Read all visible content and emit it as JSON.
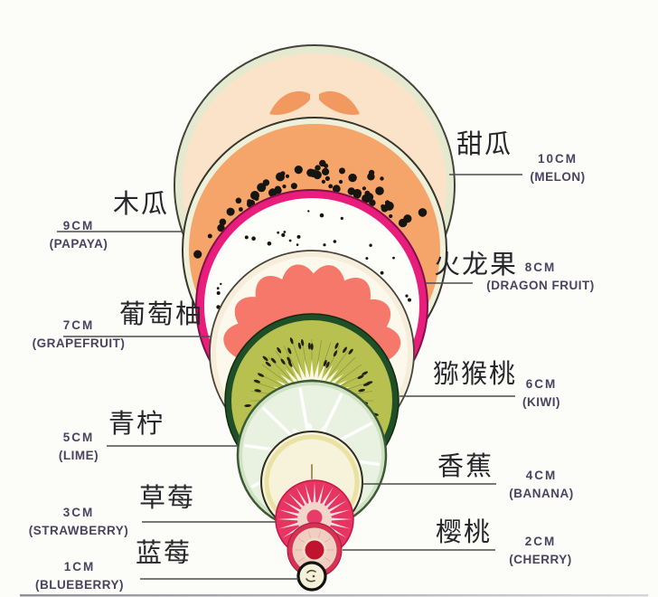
{
  "fruits": [
    {
      "id": "melon",
      "cn": "甜瓜",
      "size": "10CM",
      "en": "(MELON)"
    },
    {
      "id": "papaya",
      "cn": "木瓜",
      "size": "9CM",
      "en": "(PAPAYA)"
    },
    {
      "id": "dragon-fruit",
      "cn": "火龙果",
      "size": "8CM",
      "en": "(DRAGON FRUIT)"
    },
    {
      "id": "grapefruit",
      "cn": "葡萄柚",
      "size": "7CM",
      "en": "(GRAPEFRUIT)"
    },
    {
      "id": "kiwi",
      "cn": "猕猴桃",
      "size": "6CM",
      "en": "(KIWI)"
    },
    {
      "id": "lime",
      "cn": "青柠",
      "size": "5CM",
      "en": "(LIME)"
    },
    {
      "id": "banana",
      "cn": "香蕉",
      "size": "4CM",
      "en": "(BANANA)"
    },
    {
      "id": "strawberry",
      "cn": "草莓",
      "size": "3CM",
      "en": "(STRAWBERRY)"
    },
    {
      "id": "cherry",
      "cn": "樱桃",
      "size": "2CM",
      "en": "(CHERRY)"
    },
    {
      "id": "blueberry",
      "cn": "蓝莓",
      "size": "1CM",
      "en": "(BLUEBERRY)"
    }
  ],
  "colors": {
    "background": "#fcfcf9",
    "melon_flesh": "#fbe3ca",
    "melon_rind": "#e4e9cf",
    "papaya_flesh": "#f5a46a",
    "dragon_rim": "#e81d7c",
    "dragon_flesh": "#fdfdfa",
    "grapefruit_segment": "#f5786a",
    "grapefruit_rind": "#f6eeda",
    "kiwi_rim": "#1f4f26",
    "kiwi_flesh": "#b8c050",
    "lime_flesh": "#e9f2e0",
    "banana_flesh": "#f7f2da",
    "strawberry": "#e73561",
    "cherry_ring": "#d63254",
    "cherry_center": "#c01330",
    "blueberry_outline": "#141210",
    "label_cn": "#26262b",
    "label_en": "#4a4360",
    "leader_line": "#4c4c4c"
  }
}
